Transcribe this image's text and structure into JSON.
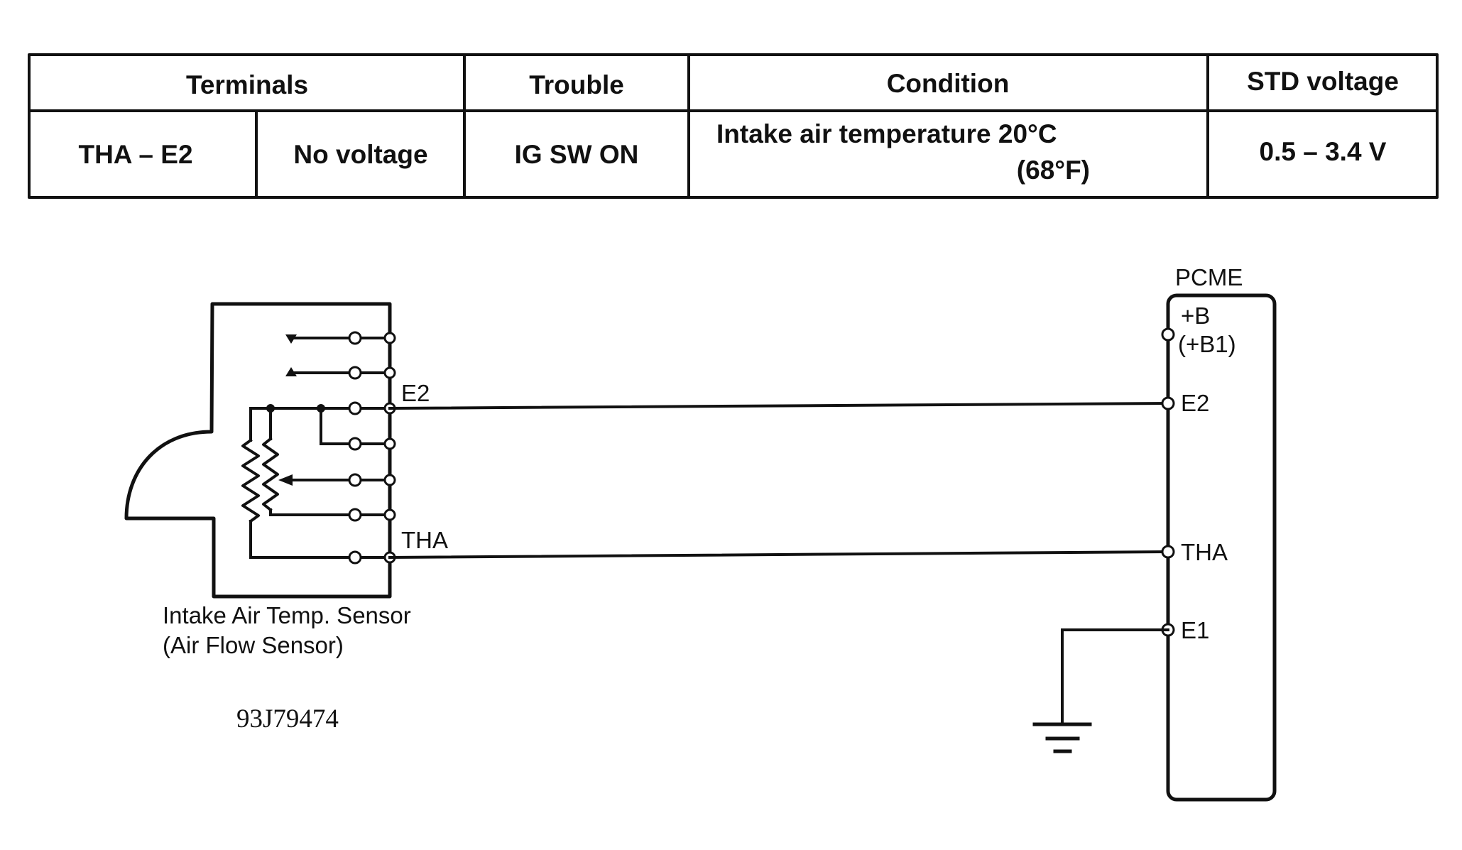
{
  "table": {
    "headers": {
      "terminals": "Terminals",
      "trouble": "Trouble",
      "condition": "Condition",
      "std_voltage": "STD voltage"
    },
    "row": {
      "terminals": "THA – E2",
      "trouble": "No voltage",
      "condition": "IG SW ON",
      "condition_detail_line1": "Intake air temperature 20°C",
      "condition_detail_line2": "(68°F)",
      "std_voltage": "0.5 – 3.4 V"
    }
  },
  "diagram": {
    "sensor_label_line1": "Intake Air Temp. Sensor",
    "sensor_label_line2": "(Air Flow Sensor)",
    "sensor_e2": "E2",
    "sensor_tha": "THA",
    "pcme_label": "PCME",
    "pcme_b": "+B",
    "pcme_b1": "(+B1)",
    "pcme_e2": "E2",
    "pcme_tha": "THA",
    "pcme_e1": "E1",
    "figure_code": "93J79474"
  }
}
